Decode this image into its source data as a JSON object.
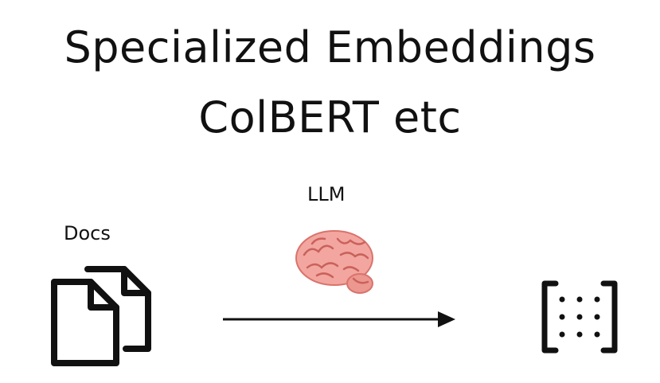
{
  "title": {
    "line1": "Specialized Embeddings",
    "line2": "ColBERT etc"
  },
  "diagram": {
    "docs_label": "Docs",
    "llm_label": "LLM",
    "icons": {
      "documents": "documents-icon",
      "brain": "brain-icon",
      "arrow": "arrow-right-icon",
      "embedding": "embedding-matrix-icon"
    },
    "colors": {
      "text": "#111111",
      "brain_fill": "#f3a6a0",
      "brain_stroke": "#d9736c"
    }
  }
}
